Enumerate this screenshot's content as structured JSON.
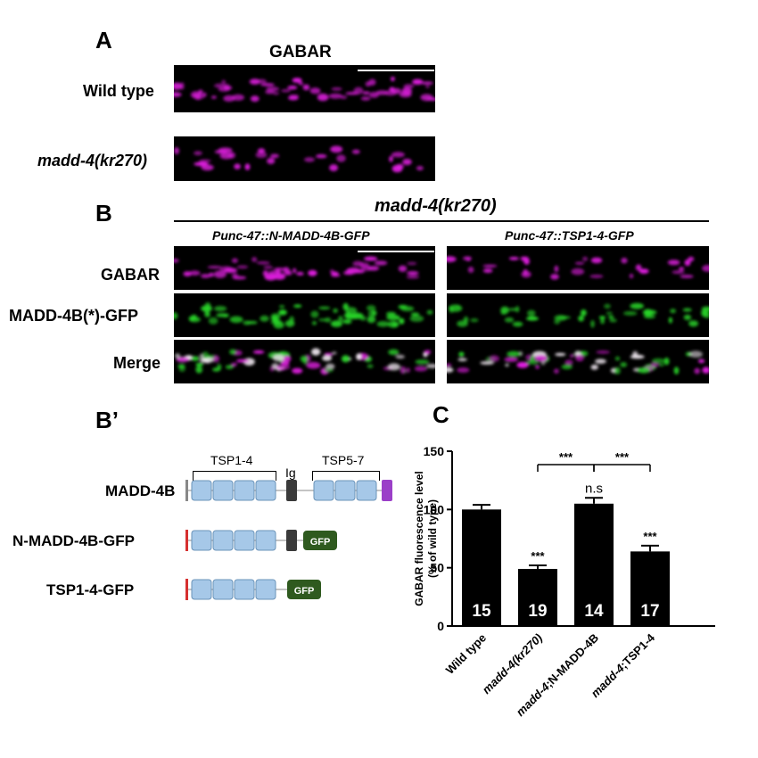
{
  "panels": {
    "a": {
      "letter": "A",
      "title": "GABAR",
      "row1": "Wild type",
      "row2": "madd-4(kr270)"
    },
    "b": {
      "letter": "B",
      "header": "madd-4(kr270)",
      "col1": "Punc-47::N-MADD-4B-GFP",
      "col2": "Punc-47::TSP1-4-GFP",
      "rows": [
        "GABAR",
        "MADD-4B(*)-GFP",
        "Merge"
      ]
    },
    "bprime": {
      "letter": "B’",
      "tsp14": "TSP1-4",
      "ig": "Ig",
      "tsp57": "TSP5-7",
      "constructs": [
        "MADD-4B",
        "N-MADD-4B-GFP",
        "TSP1-4-GFP"
      ],
      "gfp": "GFP"
    },
    "c": {
      "letter": "C"
    }
  },
  "colors": {
    "magenta": "#e01fe0",
    "green": "#29d629",
    "domain_blue": "#a6c8e8",
    "ig_gray": "#3a3a3a",
    "purple": "#9b3fc8",
    "gfp_green": "#2f5a1f",
    "red_tag": "#d63030"
  },
  "chart_data": {
    "type": "bar",
    "categories": [
      "Wild type",
      "madd-4(kr270)",
      "madd-4;N-MADD-4B",
      "madd-4;TSP1-4"
    ],
    "values": [
      100,
      49,
      105,
      64
    ],
    "errors": [
      4,
      3,
      5,
      5
    ],
    "n": [
      "15",
      "19",
      "14",
      "17"
    ],
    "stars": [
      "",
      "***",
      "n.s",
      "***"
    ],
    "brackets": [
      {
        "from": 1,
        "to": 2,
        "label": "***"
      },
      {
        "from": 2,
        "to": 3,
        "label": "***"
      }
    ],
    "ylabel": [
      "GABAR fluorescence level",
      "(% of wild type)"
    ],
    "ylim": [
      0,
      150
    ],
    "yticks": [
      0,
      50,
      100,
      150
    ]
  }
}
